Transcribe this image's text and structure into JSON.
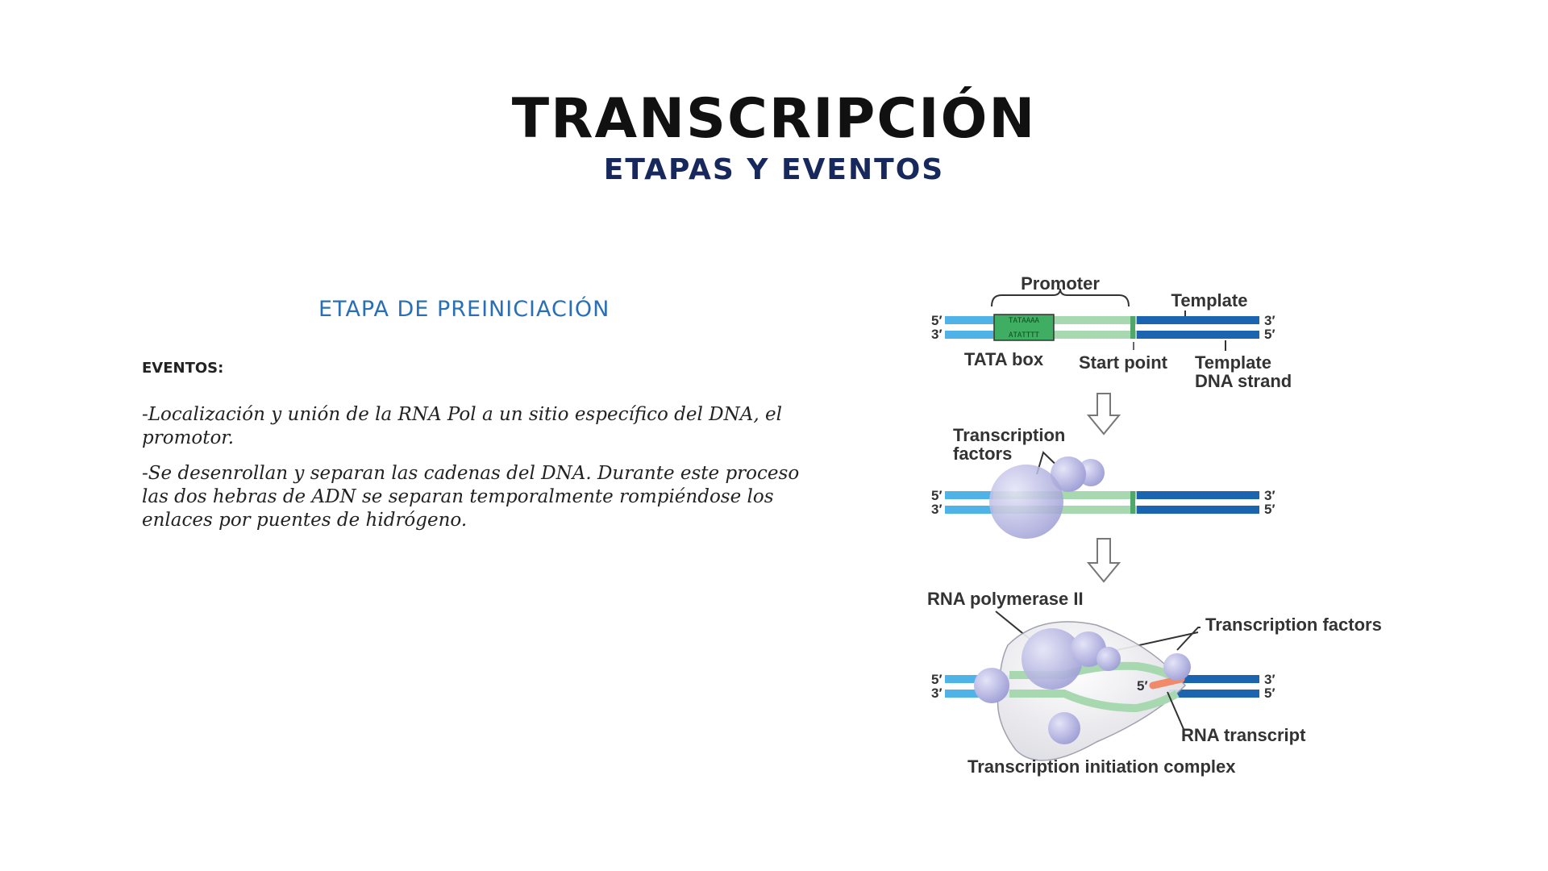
{
  "header": {
    "title": "TRANSCRIPCIÓN",
    "subtitle": "ETAPAS Y EVENTOS"
  },
  "content": {
    "section_heading": "ETAPA DE PREINICIACIÓN",
    "events_label": "EVENTOS:",
    "events": [
      "-Localización y unión de la RNA Pol a un sitio específico del DNA, el promotor.",
      "-Se desenrollan y separan las cadenas del DNA. Durante este proceso las dos hebras de ADN se separan temporalmente rompiéndose los enlaces por puentes de hidrógeno."
    ]
  },
  "diagram": {
    "promoter": "Promoter",
    "template": "Template",
    "tata_box": "TATA box",
    "start_point": "Start point",
    "template_dna_line1": "Template",
    "template_dna_line2": "DNA strand",
    "tata_top_seq": "TATAAAA",
    "tata_bottom_seq": "ATATTTT",
    "transcription_factors_line1": "Transcription",
    "transcription_factors_line2": "factors",
    "rna_polymerase": "RNA polymerase II",
    "transcription_factors": "Transcription factors",
    "rna_transcript": "RNA transcript",
    "initiation_complex": "Transcription initiation complex",
    "end_5": "5′",
    "end_3": "3′",
    "colors": {
      "dna_light": "#4fb3e8",
      "dna_dark": "#1a64b0",
      "promoter_green": "#a8d8b0",
      "protein": "#b4b4e4",
      "rna": "#f08a6a"
    }
  }
}
